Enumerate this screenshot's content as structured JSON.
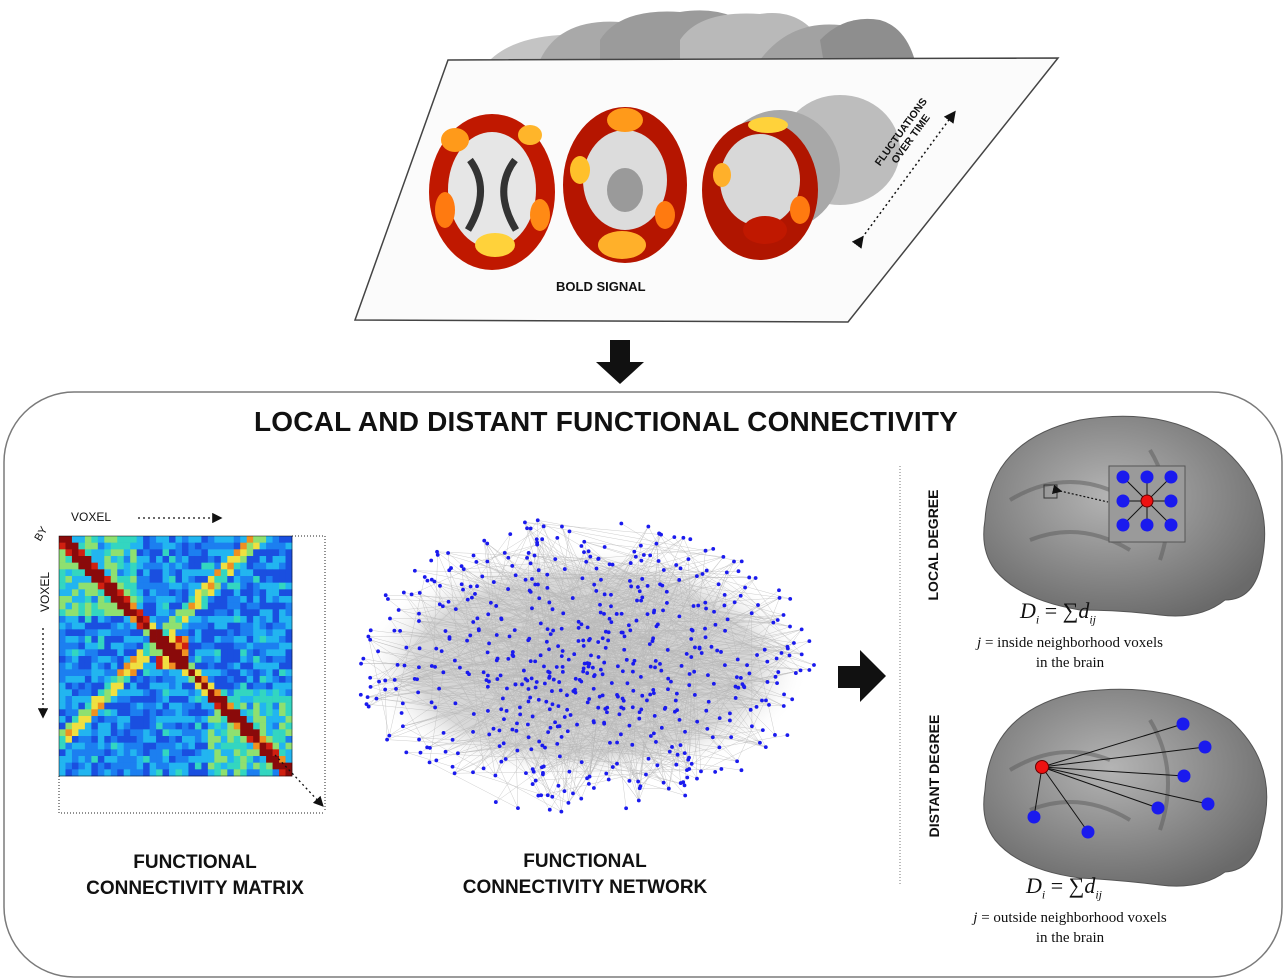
{
  "top": {
    "bold_signal_label": "BOLD SIGNAL",
    "fluctuations_line1": "FLUCTUATIONS",
    "fluctuations_line2": "OVER TIME"
  },
  "panel": {
    "title": "LOCAL AND DISTANT FUNCTIONAL CONNECTIVITY"
  },
  "matrix": {
    "axis_top": "VOXEL",
    "axis_by": "BY",
    "axis_left": "VOXEL",
    "caption_line1": "FUNCTIONAL",
    "caption_line2": "CONNECTIVITY MATRIX"
  },
  "network": {
    "caption_line1": "FUNCTIONAL",
    "caption_line2": "CONNECTIVITY NETWORK"
  },
  "local": {
    "label": "LOCAL DEGREE",
    "formula_lhs": "D",
    "formula_lhs_sub": "i",
    "formula_eq": "= ∑",
    "formula_rhs": "d",
    "formula_rhs_sub": "ij",
    "desc_j": "j",
    "desc_line1": " = inside neighborhood voxels",
    "desc_line2": "in the brain"
  },
  "distant": {
    "label": "DISTANT DEGREE",
    "formula_lhs": "D",
    "formula_lhs_sub": "i",
    "formula_eq": "= ∑",
    "formula_rhs": "d",
    "formula_rhs_sub": "ij",
    "desc_j": "j",
    "desc_line1": " = outside neighborhood voxels",
    "desc_line2": "in the brain"
  },
  "colors": {
    "node_blue": "#1a1aee",
    "node_red": "#ee1111",
    "edge_gray": "#b8b8b8",
    "brain_gray": "#8a8a8a",
    "heat_red": "#c01800",
    "heat_yellow": "#ffd23a"
  }
}
